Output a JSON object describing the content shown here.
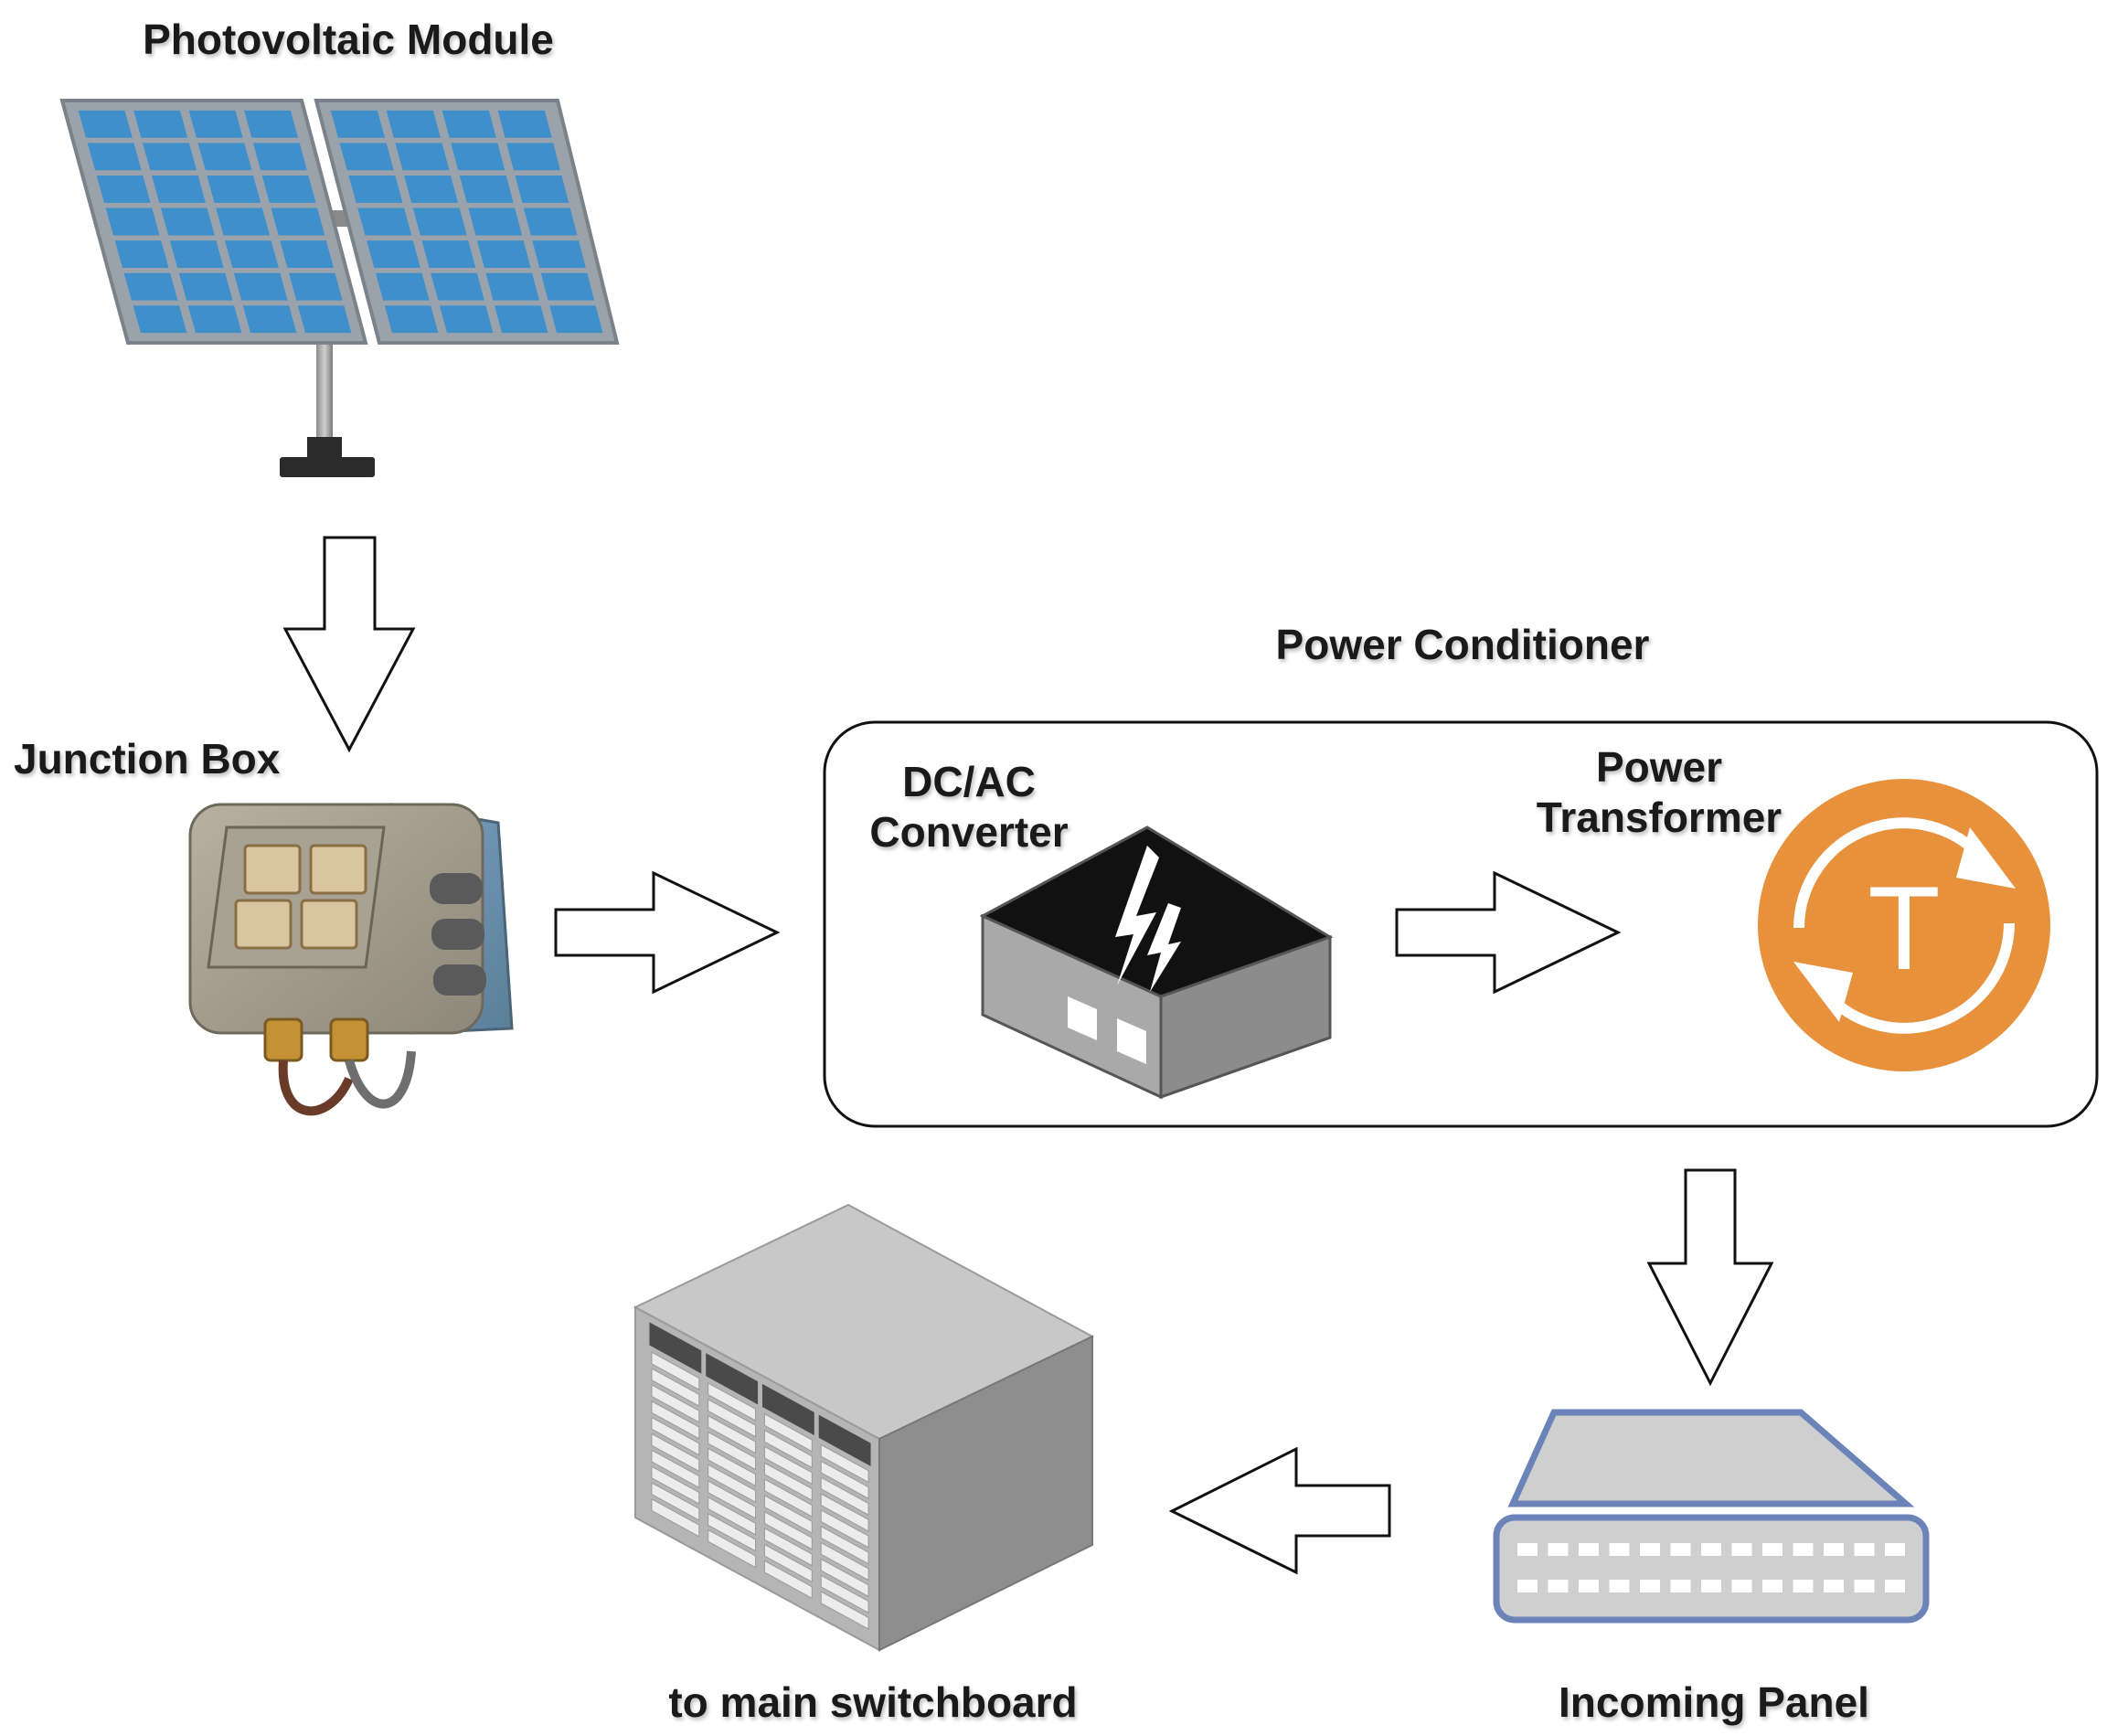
{
  "labels": {
    "photovoltaic_module": "Photovoltaic Module",
    "junction_box": "Junction Box",
    "power_conditioner": "Power Conditioner",
    "dc_ac_line1": "DC/AC",
    "dc_ac_line2": "Converter",
    "power_transformer_line1": "Power",
    "power_transformer_line2": "Transformer",
    "transformer_symbol": "T",
    "to_main_switchboard": "to main switchboard",
    "incoming_panel": "Incoming Panel"
  },
  "colors": {
    "solar_cell": "#3f8fcb",
    "panel_frame": "#9aa3ab",
    "transformer_orange": "#e8913d",
    "converter_top": "#111111",
    "converter_body": "#a9a9a9",
    "incoming_panel_outline": "#6b83b8",
    "arrow_stroke": "#111111"
  },
  "icons": [
    "solar-panel-icon",
    "junction-box-icon",
    "dc-ac-converter-icon",
    "power-transformer-icon",
    "switchboard-cabinet-icon",
    "incoming-panel-icon"
  ]
}
